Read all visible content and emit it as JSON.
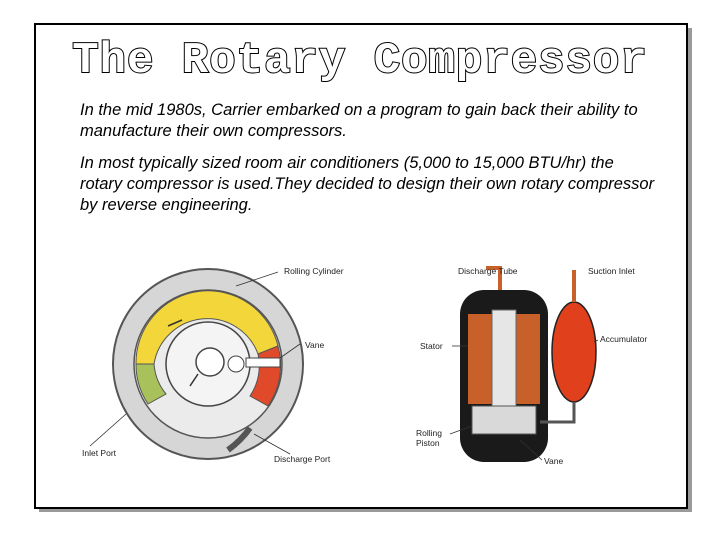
{
  "slide": {
    "title": "The Rotary Compressor",
    "paragraphs": [
      "In the mid 1980s, Carrier embarked on a program to gain back their ability to manufacture their own compressors.",
      "In most typically sized room air conditioners (5,000 to 15,000 BTU/hr) the rotary compressor is used.They decided to design their own rotary compressor by reverse engineering."
    ]
  },
  "left_diagram": {
    "labels": {
      "rolling_cylinder": "Rolling Cylinder",
      "vane": "Vane",
      "inlet_port": "Inlet Port",
      "discharge_port": "Discharge Port"
    },
    "colors": {
      "suction": "#f2d63a",
      "discharge": "#e04a2a",
      "inlet": "#a8c15a",
      "housing": "#d6d6d6"
    }
  },
  "right_diagram": {
    "labels": {
      "discharge_tube": "Discharge Tube",
      "suction_inlet": "Suction Inlet",
      "stator": "Stator",
      "accumulator": "Accumulator",
      "rolling_piston": [
        "Rolling",
        "Piston"
      ],
      "vane": "Vane"
    },
    "colors": {
      "accumulator": "#e0401c",
      "copper": "#c8602a",
      "shell": "#1a1a1a"
    }
  }
}
